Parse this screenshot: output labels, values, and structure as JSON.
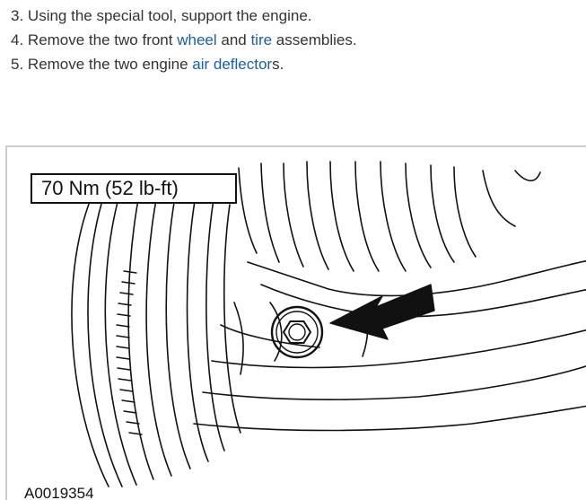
{
  "steps": [
    {
      "number": "3.",
      "before": " Using the special tool, support the engine.",
      "link": "",
      "after": ""
    },
    {
      "number": "4.",
      "before": " Remove the two front ",
      "link": "wheel",
      "middle": " and ",
      "link2": "tire",
      "after": " assemblies."
    },
    {
      "number": "5.",
      "before": " Remove the two engine ",
      "link": "air deflector",
      "after": "s."
    }
  ],
  "figure": {
    "torque_label": "70 Nm (52 lb-ft)",
    "figure_id": "A0019354"
  },
  "colors": {
    "text": "#333333",
    "link": "#1a5fa8",
    "line_art": "#111111"
  },
  "icons": {
    "arrow": "direction-arrow-icon",
    "bolt": "hex-bolt-icon"
  }
}
